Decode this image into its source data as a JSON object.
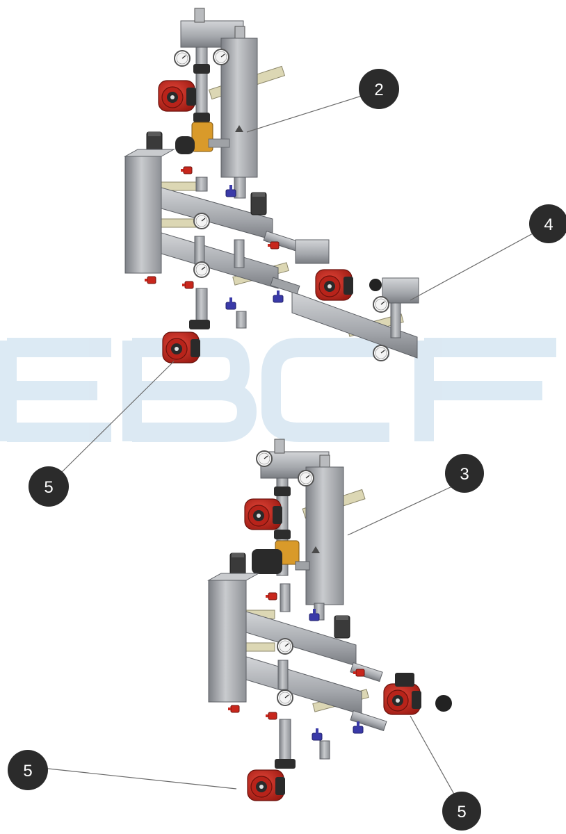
{
  "watermark": {
    "text": "EBCF",
    "color": "#d6e6f2"
  },
  "colors": {
    "steel": "#a8abb0",
    "pump": "#c8261c",
    "brass": "#d99a2a",
    "valve_blue": "#3a3aa8",
    "callout": "#2b2b2b"
  },
  "callouts": [
    {
      "id": "c2",
      "label": "2"
    },
    {
      "id": "c4",
      "label": "4"
    },
    {
      "id": "c5a",
      "label": "5"
    },
    {
      "id": "c3",
      "label": "3"
    },
    {
      "id": "c5b",
      "label": "5"
    },
    {
      "id": "c5c",
      "label": "5"
    }
  ]
}
